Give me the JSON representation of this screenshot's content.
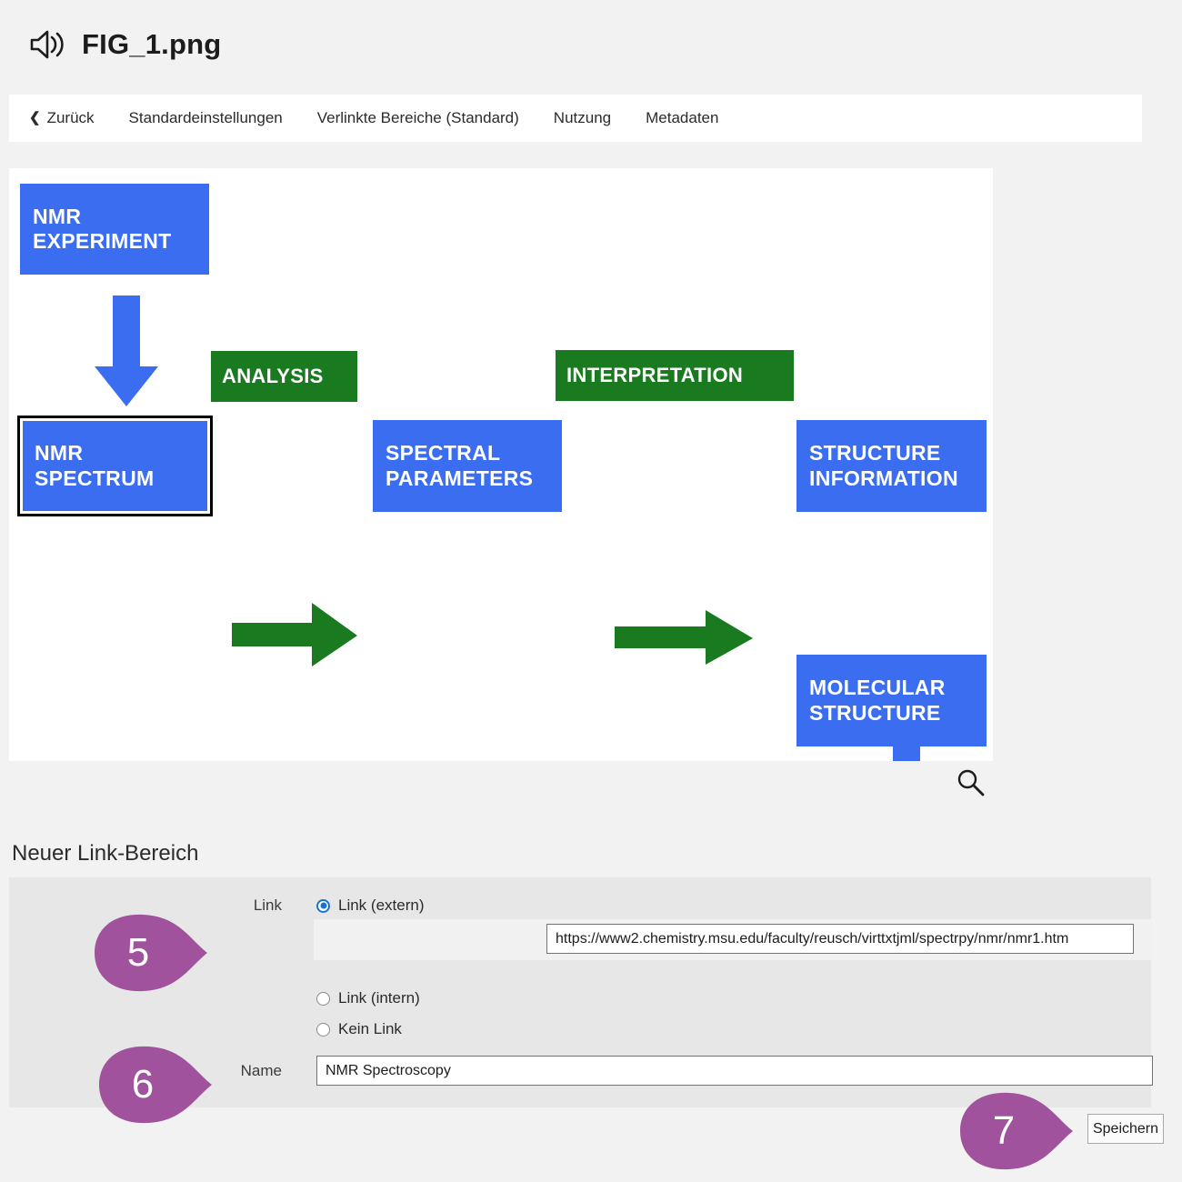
{
  "header": {
    "title": "FIG_1.png",
    "icon": "speaker-icon"
  },
  "nav": {
    "back_label": "Zurück",
    "chevron": "❮",
    "items": [
      {
        "label": "Standardeinstellungen"
      },
      {
        "label": "Verlinkte Bereiche (Standard)"
      },
      {
        "label": "Nutzung"
      },
      {
        "label": "Metadaten"
      }
    ]
  },
  "image_panel": {
    "zoom_icon": "magnifier-icon",
    "diagram": {
      "nodes": [
        {
          "id": "nmr-experiment",
          "lines": [
            "NMR",
            "EXPERIMENT"
          ],
          "color": "#3a6df0",
          "selected": false
        },
        {
          "id": "analysis",
          "lines": [
            "ANALYSIS"
          ],
          "color": "#1a7a1f",
          "selected": false
        },
        {
          "id": "interpretation",
          "lines": [
            "INTERPRETATION"
          ],
          "color": "#1a7a1f",
          "selected": false
        },
        {
          "id": "nmr-spectrum",
          "lines": [
            "NMR",
            "SPECTRUM"
          ],
          "color": "#3a6df0",
          "selected": true
        },
        {
          "id": "spectral-parameters",
          "lines": [
            "SPECTRAL",
            "PARAMETERS"
          ],
          "color": "#3a6df0",
          "selected": false
        },
        {
          "id": "structure-information",
          "lines": [
            "STRUCTURE",
            "INFORMATION"
          ],
          "color": "#3a6df0",
          "selected": false
        },
        {
          "id": "molecular-structure",
          "lines": [
            "MOLECULAR",
            "STRUCTURE"
          ],
          "color": "#3a6df0",
          "selected": false
        }
      ],
      "arrows": [
        {
          "id": "arrow-experiment-to-spectrum",
          "direction": "down",
          "color": "#3a6df0"
        },
        {
          "id": "arrow-spectrum-to-parameters",
          "direction": "right",
          "color": "#1a7a1f"
        },
        {
          "id": "arrow-parameters-to-structure",
          "direction": "right",
          "color": "#1a7a1f"
        },
        {
          "id": "arrow-structure-to-molecular",
          "direction": "down",
          "color": "#3a6df0"
        }
      ]
    }
  },
  "link_section": {
    "heading": "Neuer Link-Bereich",
    "link_label": "Link",
    "name_label": "Name",
    "options": [
      {
        "label": "Link (extern)",
        "checked": true
      },
      {
        "label": "Link (intern)",
        "checked": false
      },
      {
        "label": "Kein Link",
        "checked": false
      }
    ],
    "url_value": "https://www2.chemistry.msu.edu/faculty/reusch/virttxtjml/spectrpy/nmr/nmr1.htm",
    "name_value": "NMR Spectroscopy",
    "save_label": "Speichern"
  },
  "callouts": [
    {
      "number": "5",
      "target": "link-extern-radio"
    },
    {
      "number": "6",
      "target": "name-field"
    },
    {
      "number": "7",
      "target": "save-button"
    }
  ],
  "colors": {
    "page_background": "#f2f2f2",
    "panel_white": "#ffffff",
    "form_background": "#e7e7e7",
    "callout_purple": "#a0539c",
    "node_blue": "#3a6df0",
    "node_green": "#1a7a1f",
    "radio_accent": "#1673d2"
  }
}
